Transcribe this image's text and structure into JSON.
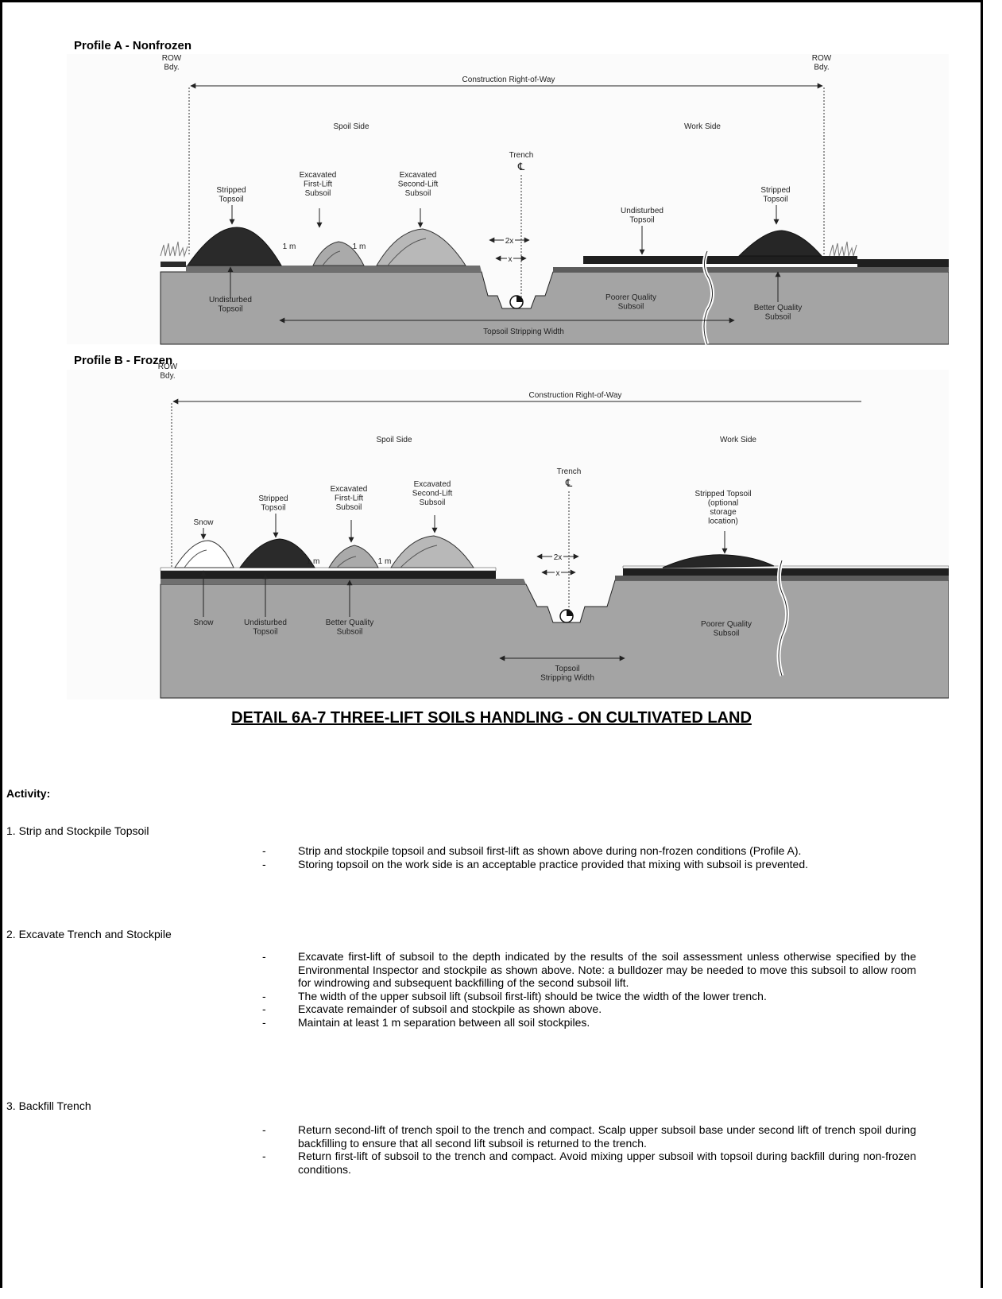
{
  "profile_a": {
    "title": "Profile A - Nonfrozen",
    "row_bdy": "ROW\nBdy.",
    "construction_row": "Construction Right-of-Way",
    "spoil_side": "Spoil Side",
    "work_side": "Work Side",
    "trench": "Trench",
    "centerline": "℄",
    "stripped_topsoil": "Stripped\nTopsoil",
    "first_lift": "Excavated\nFirst-Lift\nSubsoil",
    "second_lift": "Excavated\nSecond-Lift\nSubsoil",
    "undisturbed_topsoil_work": "Undisturbed\nTopsoil",
    "spacing": "1 m",
    "width_2x": "2x",
    "width_x": "x",
    "undisturbed_topsoil": "Undisturbed\nTopsoil",
    "poorer_subsoil": "Poorer Quality\nSubsoil",
    "better_subsoil": "Better Quality\nSubsoil",
    "stripping_width": "Topsoil Stripping Width"
  },
  "profile_b": {
    "title": "Profile B - Frozen",
    "row_bdy": "ROW\nBdy.",
    "construction_row": "Construction Right-of-Way",
    "spoil_side": "Spoil Side",
    "work_side": "Work Side",
    "trench": "Trench",
    "centerline": "℄",
    "snow": "Snow",
    "stripped_topsoil": "Stripped\nTopsoil",
    "first_lift": "Excavated\nFirst-Lift\nSubsoil",
    "second_lift": "Excavated\nSecond-Lift\nSubsoil",
    "stripped_optional": "Stripped Topsoil\n(optional\nstorage\nlocation)",
    "spacing": "1 m",
    "width_2x": "2x",
    "width_x": "x",
    "snow_bottom": "Snow",
    "undisturbed_topsoil": "Undisturbed\nTopsoil",
    "better_subsoil": "Better Quality\nSubsoil",
    "poorer_subsoil": "Poorer Quality\nSubsoil",
    "stripping_width": "Topsoil\nStripping Width"
  },
  "caption": "DETAIL 6A-7  THREE-LIFT SOILS HANDLING - ON CULTIVATED LAND",
  "activity_title": "Activity:",
  "steps": [
    {
      "title": "1. Strip and Stockpile Topsoil",
      "bullets": [
        "Strip and stockpile topsoil and subsoil first-lift as shown above during non-frozen conditions (Profile A).",
        "Storing topsoil on the work side is an acceptable practice provided that mixing with subsoil is prevented."
      ]
    },
    {
      "title": "2. Excavate Trench and Stockpile",
      "bullets": [
        "Excavate first-lift of subsoil to the depth indicated by the results of the soil assessment unless otherwise specified by the Environmental Inspector and stockpile as shown above. Note: a bulldozer may be needed to move this subsoil to allow room for windrowing and subsequent backfilling of the second subsoil lift.",
        "The width of the upper subsoil lift (subsoil first-lift) should be twice the width of the lower trench.",
        "Excavate remainder of subsoil and stockpile as shown above.",
        "Maintain at least 1 m separation between all soil stockpiles."
      ]
    },
    {
      "title": "3. Backfill Trench",
      "bullets": [
        "Return second-lift of trench spoil to the trench and compact. Scalp upper subsoil base under second lift of trench spoil during backfilling to ensure that all second lift subsoil is returned to the trench.",
        "Return first-lift of subsoil to the trench and compact. Avoid mixing upper subsoil with topsoil during backfill during non-frozen conditions."
      ]
    }
  ]
}
